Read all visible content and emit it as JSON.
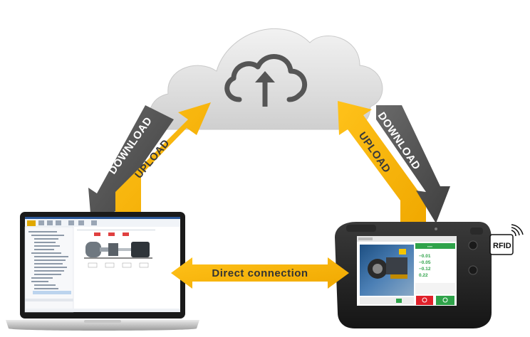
{
  "labels": {
    "download_left": "DOWNLOAD",
    "upload_left": "UPLOAD",
    "upload_right": "UPLOAD",
    "download_right": "DOWNLOAD",
    "direct_connection": "Direct connection",
    "rfid": "RFID"
  },
  "colors": {
    "upload_arrow": "#f6b400",
    "download_arrow": "#545454",
    "cloud": "#dcdcdc",
    "cloud_icon": "#555555"
  },
  "icons": {
    "cloud": "cloud-upload-icon",
    "rfid": "rfid-badge-icon"
  }
}
